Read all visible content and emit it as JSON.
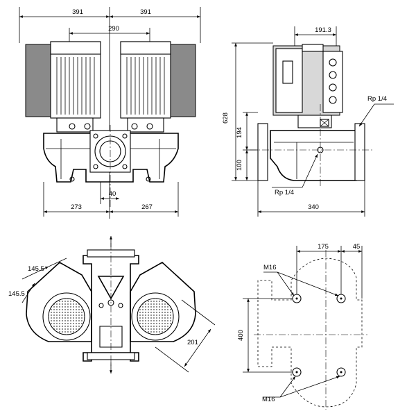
{
  "dimensions": {
    "front_left_width": "391",
    "front_right_width": "391",
    "motor_center_distance": "290",
    "flange_offset": "40",
    "base_left": "273",
    "base_right": "267",
    "side_motor_width": "191.3",
    "total_height": "628",
    "pipe_center_height": "194",
    "foot_height": "100",
    "side_length": "340",
    "gauge_port_top": "Rp 1/4",
    "gauge_port_bottom": "Rp 1/4",
    "top_leg_a": "145.5",
    "top_leg_b": "145.5",
    "top_radius": "201",
    "bolt_offset": "175",
    "bolt_edge": "45",
    "bolt_spacing": "400",
    "bolt_thread_top": "M16",
    "bolt_thread_bottom": "M16"
  }
}
